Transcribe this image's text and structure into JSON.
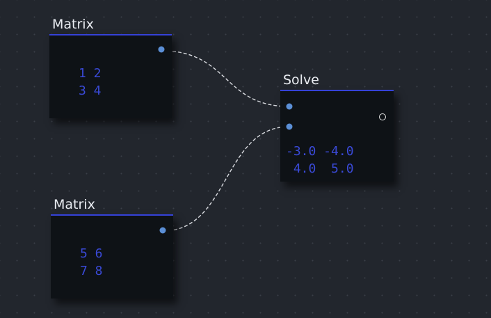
{
  "nodes": {
    "matrix_a": {
      "title": "Matrix",
      "display": "1 2\n3 4"
    },
    "matrix_b": {
      "title": "Matrix",
      "display": "5 6\n7 8"
    },
    "solve": {
      "title": "Solve",
      "display": "-3.0 -4.0\n 4.0  5.0"
    }
  },
  "colors": {
    "canvas_background": "#22262d",
    "node_body": "#0e1216",
    "node_accent": "#3542d8",
    "value_text": "#3a4ad8",
    "port": "#5b8fd6",
    "wire": "#d9dbe0"
  },
  "connections": [
    {
      "from": "matrix_a.output",
      "to": "solve.input_1"
    },
    {
      "from": "matrix_b.output",
      "to": "solve.input_2"
    }
  ]
}
